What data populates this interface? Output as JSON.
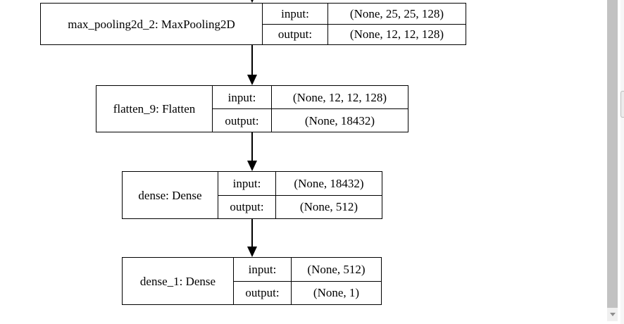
{
  "diagram": {
    "type": "keras-model-plot",
    "labels": {
      "input": "input:",
      "output": "output:"
    },
    "nodes": [
      {
        "name": "max_pooling2d_2: MaxPooling2D",
        "input_shape": "(None, 25, 25, 128)",
        "output_shape": "(None, 12, 12, 128)"
      },
      {
        "name": "flatten_9: Flatten",
        "input_shape": "(None, 12, 12, 128)",
        "output_shape": "(None, 18432)"
      },
      {
        "name": "dense: Dense",
        "input_shape": "(None, 18432)",
        "output_shape": "(None, 512)"
      },
      {
        "name": "dense_1: Dense",
        "input_shape": "(None, 512)",
        "output_shape": "(None, 1)"
      }
    ]
  },
  "colors": {
    "line": "#000000",
    "bg": "#ffffff",
    "sb-thumb": "#c2c2c2",
    "sb-btn-bg": "#f0f0f0",
    "sb-arrow": "#8f8f8f",
    "outer-track": "#f6f6f6",
    "outer-thumb": "#ececec",
    "outer-thumb-border": "#bcbcbc"
  }
}
